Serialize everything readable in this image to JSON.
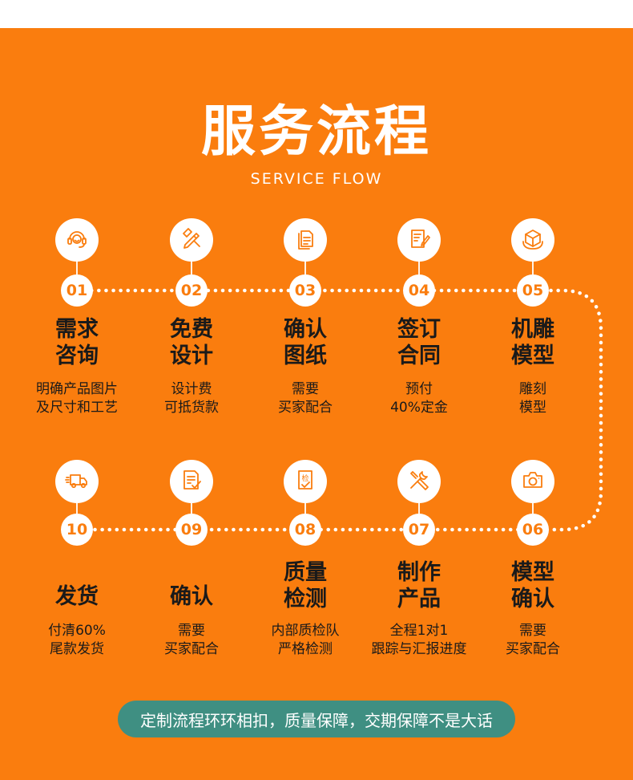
{
  "header": {
    "title": "服务流程",
    "subtitle": "SERVICE FLOW"
  },
  "colors": {
    "background": "#fa7d0e",
    "pill": "#3f8f82",
    "text": "#1a1a1a",
    "white": "#ffffff"
  },
  "steps": [
    {
      "num": "01",
      "title_lines": [
        "需求",
        "咨询"
      ],
      "desc_lines": [
        "明确产品图片",
        "及尺寸和工艺"
      ],
      "icon": "headset-icon"
    },
    {
      "num": "02",
      "title_lines": [
        "免费",
        "设计"
      ],
      "desc_lines": [
        "设计费",
        "可抵货款"
      ],
      "icon": "design-pencil-icon"
    },
    {
      "num": "03",
      "title_lines": [
        "确认",
        "图纸"
      ],
      "desc_lines": [
        "需要",
        "买家配合"
      ],
      "icon": "document-copy-icon"
    },
    {
      "num": "04",
      "title_lines": [
        "签订",
        "合同"
      ],
      "desc_lines": [
        "预付",
        "40%定金"
      ],
      "icon": "contract-sign-icon"
    },
    {
      "num": "05",
      "title_lines": [
        "机雕",
        "模型"
      ],
      "desc_lines": [
        "雕刻",
        "模型"
      ],
      "icon": "3d-cube-icon"
    },
    {
      "num": "06",
      "title_lines": [
        "模型",
        "确认"
      ],
      "desc_lines": [
        "需要",
        "买家配合"
      ],
      "icon": "camera-icon"
    },
    {
      "num": "07",
      "title_lines": [
        "制作",
        "产品"
      ],
      "desc_lines": [
        "全程1对1",
        "跟踪与汇报进度"
      ],
      "icon": "tools-icon"
    },
    {
      "num": "08",
      "title_lines": [
        "质量",
        "检测"
      ],
      "desc_lines": [
        "内部质检队",
        "严格检测"
      ],
      "icon": "inspection-icon"
    },
    {
      "num": "09",
      "title_lines": [
        "确认"
      ],
      "desc_lines": [
        "需要",
        "买家配合"
      ],
      "icon": "checklist-icon"
    },
    {
      "num": "10",
      "title_lines": [
        "发货"
      ],
      "desc_lines": [
        "付清60%",
        "尾款发货"
      ],
      "icon": "delivery-truck-icon"
    }
  ],
  "footer": {
    "slogan": "定制流程环环相扣，质量保障，交期保障不是大话"
  }
}
